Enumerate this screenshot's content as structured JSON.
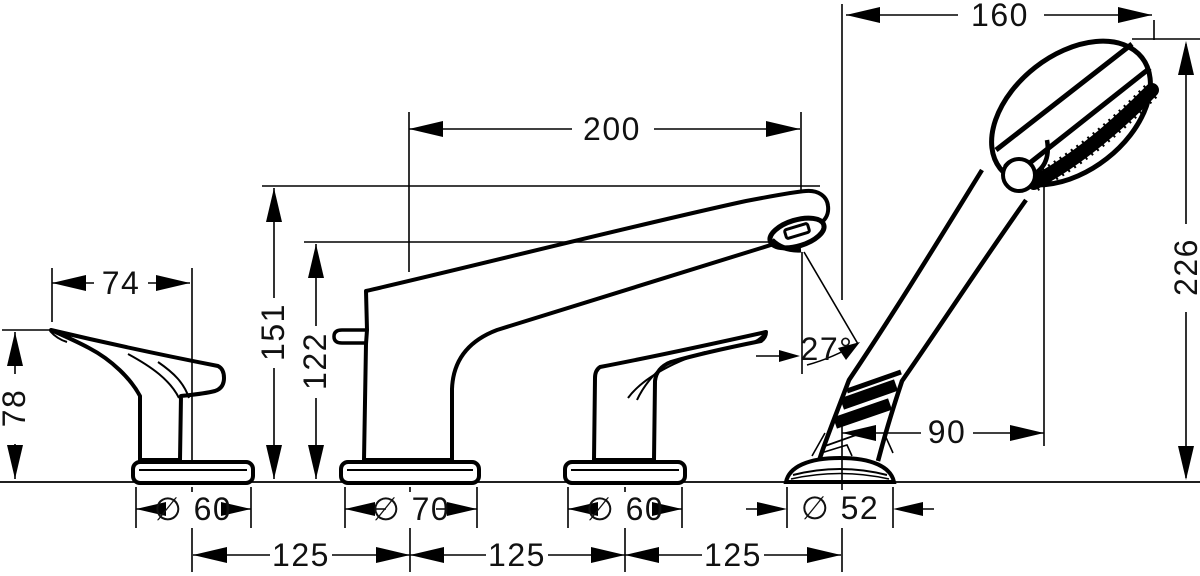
{
  "colors": {
    "line": "#000000",
    "background": "#ffffff"
  },
  "dims": {
    "handshower_width": "160",
    "spout_reach": "200",
    "left_handle_width": "74",
    "spout_height": "151",
    "spout_outlet_height": "122",
    "handle_height": "78",
    "handshower_angle": "27°",
    "handshower_offset": "90",
    "handshower_height": "226",
    "escutcheon_left_handle": "∅ 60",
    "escutcheon_spout": "∅ 70",
    "escutcheon_right_handle": "∅ 60",
    "escutcheon_handshower": "∅ 52",
    "hole_spacing_left": "125",
    "hole_spacing_center": "125",
    "hole_spacing_right": "125"
  }
}
